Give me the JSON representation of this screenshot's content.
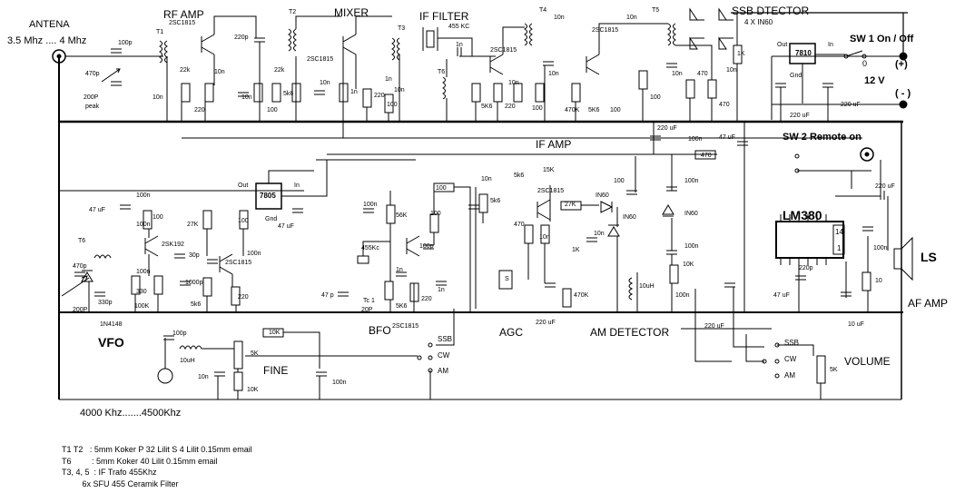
{
  "sections": {
    "antena": "ANTENA",
    "band": "3.5 Mhz .... 4 Mhz",
    "rf_amp": "RF AMP",
    "mixer": "MIXER",
    "if_filter": "IF FILTER",
    "if_filter_freq": "455 KC",
    "ssb_detector": "SSB DTECTOR",
    "diodes": "4 X IN60",
    "sw1": "SW 1 On / Off",
    "sw2": "SW 2 Remote on",
    "plus": "(+)",
    "minus": "( - )",
    "volt": "12 V",
    "if_amp": "IF AMP",
    "lm380": "LM380",
    "af_amp": "AF AMP",
    "ls": "LS",
    "vfo": "VFO",
    "bfo": "BFO",
    "agc": "AGC",
    "am_detector": "AM DETECTOR",
    "volume": "VOLUME",
    "fine": "FINE",
    "vfo_range": "4000 Khz.......4500Khz"
  },
  "regulators": {
    "r7810": "7810",
    "r7805": "7805",
    "out": "Out",
    "in": "In",
    "gnd": "Gnd"
  },
  "transistors": {
    "t_2sc1815": "2SC1815",
    "t_2sk192": "2SK192"
  },
  "coils": {
    "t1": "T1",
    "t2": "T2",
    "t3": "T3",
    "t4": "T4",
    "t5": "T5",
    "t6": "T6",
    "t6b": "T6"
  },
  "components": {
    "c100p": "100p",
    "c470p": "470p",
    "c200p": "200P",
    "peak": "peak",
    "c10n": "10n",
    "r22k": "22k",
    "r220": "220",
    "c220p": "220p",
    "r100": "100",
    "r5k6": "5k6",
    "c1n": "1n",
    "r5K6": "5K6",
    "r470k": "470K",
    "r470": "470",
    "r1k": "1K",
    "c220uf": "220 uF",
    "c47uf": "47 uF",
    "r15k": "15K",
    "r27k": "27K",
    "in60": "IN60",
    "r1k_small": "1K",
    "r10": "10",
    "c10uf": "10 uF",
    "c30p": "30p",
    "c1000p": "1000p",
    "r330": "330",
    "r100k": "100K",
    "c330p": "330p",
    "d1n4148": "1N4148",
    "c100n": "100n",
    "c455kc": "455Kc",
    "c47p": "47 p",
    "tc1": "Tc 1",
    "c20p": "20P",
    "r10k": "10K",
    "l10uh": "10uH",
    "r5k": "5K",
    "s": "S",
    "ssb": "SSB",
    "cw": "CW",
    "am": "AM",
    "on": "0",
    "pin14": "14",
    "pin1": "1",
    "c2200p": "220p",
    "l10uH": "10uH",
    "c47": "47 uF",
    "c220uF": "220 uF",
    "r56k": "56K",
    "c200p_small": "200P"
  },
  "notes": [
    "T1 T2   : 5mm Koker P 32 Lilit S 4 Lilit 0.15mm email",
    "T6         : 5mm Koker 40 Lilit 0.15mm email",
    "T3, 4, 5  : IF Trafo 455Khz",
    "         6x SFU 455 Ceramik Filter"
  ]
}
